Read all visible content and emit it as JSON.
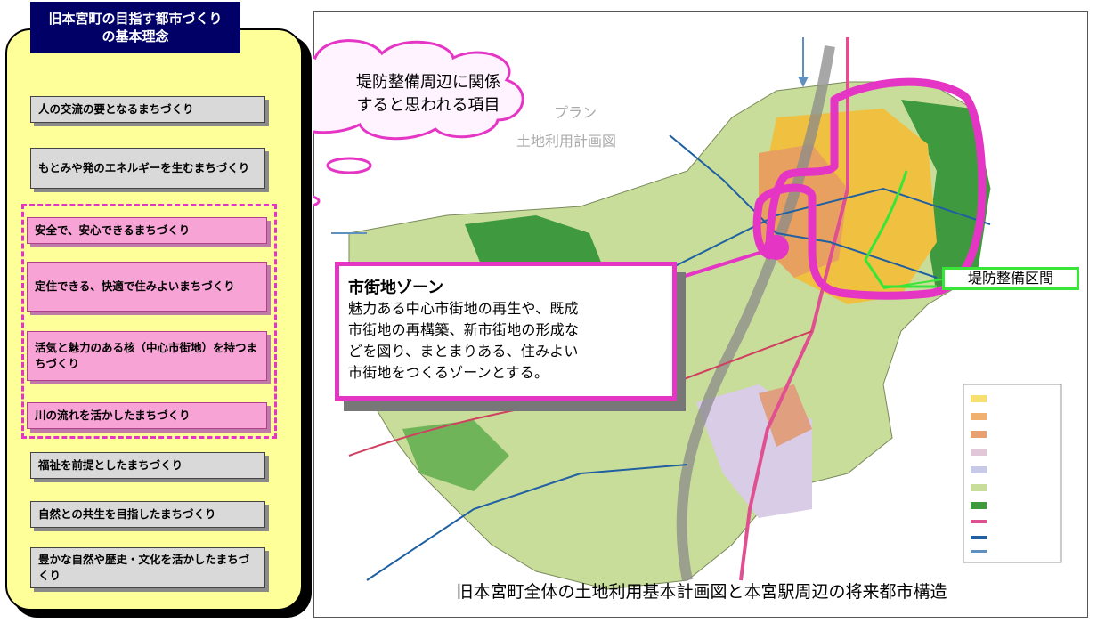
{
  "panel": {
    "title": "旧本宮町の目指す都市づくり\nの基本理念",
    "items": [
      {
        "label": "人の交流の要となるまちづくり",
        "style": "gray"
      },
      {
        "label": "もとみや発のエネルギーを生むまちづくり",
        "style": "gray"
      },
      {
        "label": "安全で、安心できるまちづくり",
        "style": "pink"
      },
      {
        "label": "定住できる、快適で住みよいまちづくり",
        "style": "pink"
      },
      {
        "label": "活気と魅力のある核（中心市街地）を持つまちづくり",
        "style": "pink"
      },
      {
        "label": "川の流れを活かしたまちづくり",
        "style": "pink"
      },
      {
        "label": "福祉を前提としたまちづくり",
        "style": "gray"
      },
      {
        "label": "自然との共生を目指したまちづくり",
        "style": "gray"
      },
      {
        "label": "豊かな自然や歴史・文化を活かしたまちづくり",
        "style": "gray"
      }
    ]
  },
  "bubble": {
    "text": "堤防整備周辺に関係\nすると思われる項目"
  },
  "map": {
    "faded_title_1": "プラン",
    "faded_title_2": "土地利用計画図"
  },
  "callout": {
    "title": "市街地ゾーン",
    "body": "魅力ある中心市街地の再生や、既成\n市街地の再構築、新市街地の形成な\nどを図り、まとまりある、住みよい\n市街地をつくるゾーンとする。"
  },
  "embankment_label": "堤防整備区間",
  "caption": "旧本宮町全体の土地利用基本計画図と本宮駅周辺の将来都市構造",
  "colors": {
    "panel_bg": "#ffff99",
    "title_bg": "#000066",
    "highlight_pink": "#e535c5",
    "embankment_green": "#39e539"
  }
}
